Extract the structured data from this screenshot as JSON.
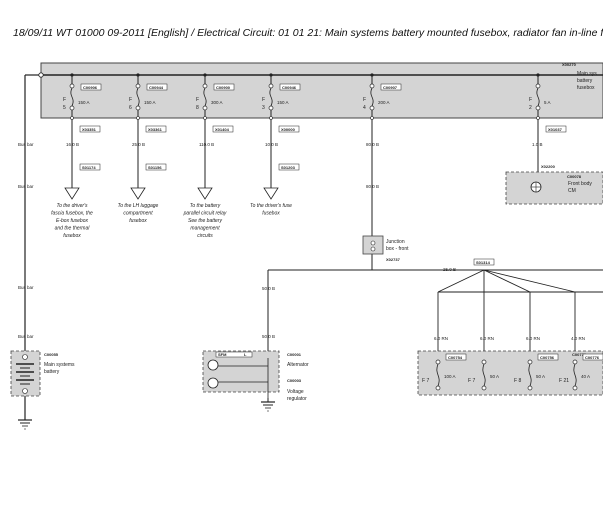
{
  "header": {
    "text": "18/09/11  WT 01000 09-2011 [English] / Electrical Circuit: 01 01 21: Main systems battery mounted fusebox, radiator fan in-line f"
  },
  "fusebox": {
    "code": "X00270",
    "name_lines": [
      "Main sys",
      "battery",
      "fusebox"
    ],
    "fuses": [
      {
        "code": "C00906",
        "letter": "F",
        "number": "5",
        "amps": "150 A",
        "out_code": "X03351",
        "wire": "16.0 B",
        "conn": "S01174"
      },
      {
        "code": "C00944",
        "letter": "F",
        "number": "6",
        "amps": "150 A",
        "out_code": "X03361",
        "wire": "25.0 B",
        "conn": "S01156"
      },
      {
        "code": "C00900",
        "letter": "F",
        "number": "8",
        "amps": "300 A",
        "out_code": "X01404",
        "wire": "110.0 B",
        "conn": ""
      },
      {
        "code": "C00946",
        "letter": "F",
        "number": "3",
        "amps": "150 A",
        "out_code": "X00000",
        "wire": "10.0 B",
        "conn": "S01203"
      },
      {
        "code": "C00907",
        "letter": "F",
        "number": "4",
        "amps": "200 A",
        "out_code": "",
        "wire": "80.0 B",
        "conn": ""
      },
      {
        "code": "",
        "letter": "F",
        "number": "2",
        "amps": "5 A",
        "out_code": "X01037",
        "wire": "1.0 B",
        "conn": ""
      }
    ]
  },
  "bus_labels": [
    "Bus bar",
    "Bus bar",
    "Bus bar",
    "Bus bar"
  ],
  "notes": [
    [
      "To the driver's",
      "fascia fusebox, the",
      "E-box fusebox",
      "and the thermal",
      "fusebox"
    ],
    [
      "To the LH luggage",
      "compartment",
      "fusebox"
    ],
    [
      "To the battery",
      "parallel circuit relay",
      "See the battery",
      "management",
      "circuits"
    ],
    [
      "To the driver's fuse",
      "fusebox"
    ]
  ],
  "front_body": {
    "code": "C00078",
    "conn": "X02200",
    "name_lines": [
      "Front body",
      "CM"
    ]
  },
  "junction": {
    "name_lines": [
      "Junction",
      "box - front"
    ],
    "code": "X02737"
  },
  "splice": {
    "code": "S01314",
    "wire": "25.0 B"
  },
  "alternator": {
    "code": "C00001",
    "name": "Alternator",
    "wire1": "50.0 B",
    "wire2": "50.0 B",
    "pin_label": "SFM",
    "pin_l": "L"
  },
  "regulator": {
    "code": "C00003",
    "name_lines": [
      "Voltage",
      "regulator"
    ]
  },
  "battery": {
    "code": "C00055",
    "name_lines": [
      "Main systems",
      "battery"
    ]
  },
  "inline": {
    "code": "C00776",
    "wires": [
      "6.0 RN",
      "6.0 RN",
      "6.0 RN",
      "4.0 RN"
    ],
    "fuses": [
      {
        "code": "C00754",
        "number": "F 7",
        "amps": "100 A"
      },
      {
        "code": "",
        "number": "F 7",
        "amps": "50 A"
      },
      {
        "code": "C00756",
        "number": "F 8",
        "amps": "50 A"
      },
      {
        "code": "C00776",
        "number": "F 21",
        "amps": "40 A"
      }
    ]
  }
}
